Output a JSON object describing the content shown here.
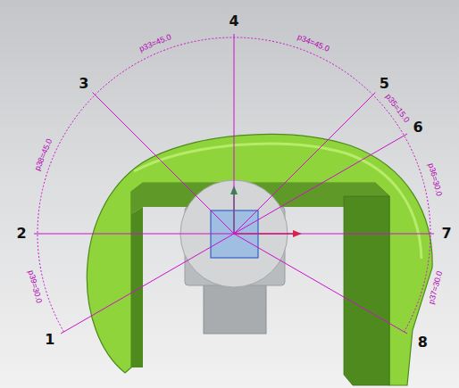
{
  "diagram": {
    "labels": [
      "1",
      "2",
      "3",
      "4",
      "5",
      "6",
      "7",
      "8",
      "p33=45.0",
      "p34=45.0",
      "p38=45.0",
      "p35=15.0",
      "p36=30.0",
      "p39=30.0",
      "p37=30.0"
    ]
  }
}
